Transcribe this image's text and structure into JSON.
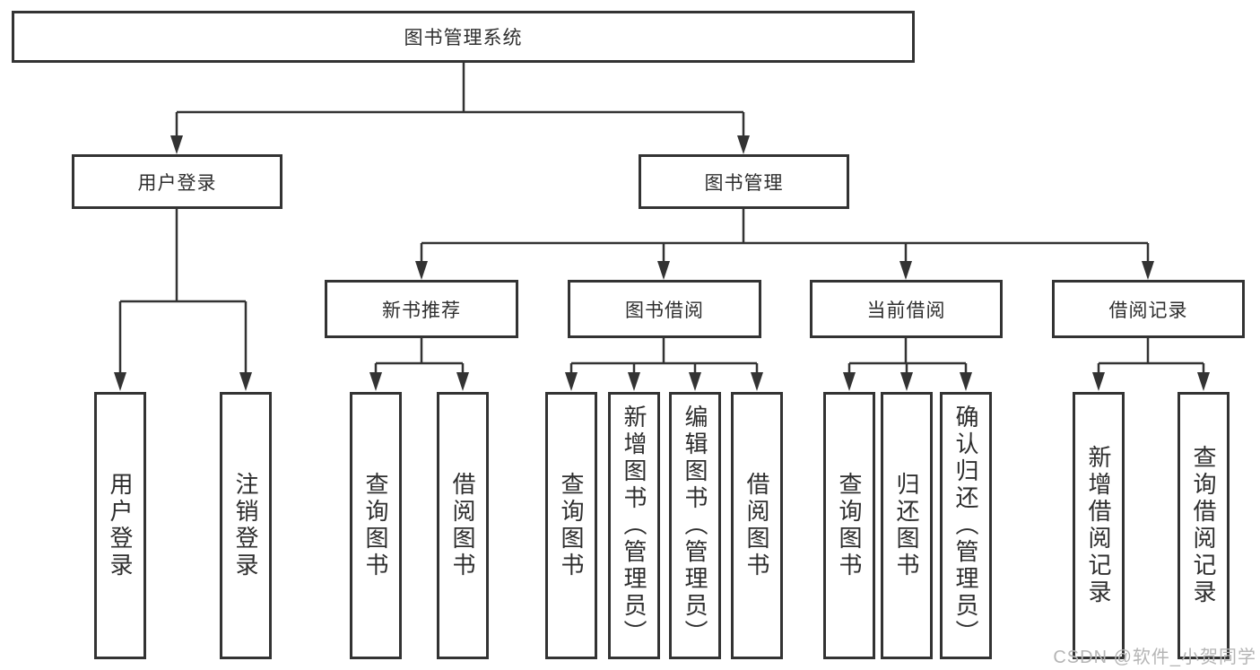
{
  "tree": {
    "label": "图书管理系统",
    "children": [
      {
        "label": "用户登录",
        "children": [
          {
            "label": "用户登录"
          },
          {
            "label": "注销登录"
          }
        ]
      },
      {
        "label": "图书管理",
        "children": [
          {
            "label": "新书推荐",
            "children": [
              {
                "label": "查询图书"
              },
              {
                "label": "借阅图书"
              }
            ]
          },
          {
            "label": "图书借阅",
            "children": [
              {
                "label": "查询图书"
              },
              {
                "label": "新增图书（管理员）"
              },
              {
                "label": "编辑图书（管理员）"
              },
              {
                "label": "借阅图书"
              }
            ]
          },
          {
            "label": "当前借阅",
            "children": [
              {
                "label": "查询图书"
              },
              {
                "label": "归还图书"
              },
              {
                "label": "确认归还（管理员）"
              }
            ]
          },
          {
            "label": "借阅记录",
            "children": [
              {
                "label": "新增借阅记录"
              },
              {
                "label": "查询借阅记录"
              }
            ]
          }
        ]
      }
    ]
  },
  "watermark": "CSDN @软件_小贺同学",
  "colors": {
    "line": "#333333",
    "box_border": "#333333",
    "box_fill": "#ffffff",
    "text": "#2e2e2e",
    "watermark": "#b5b5b5",
    "background": "#ffffff"
  }
}
